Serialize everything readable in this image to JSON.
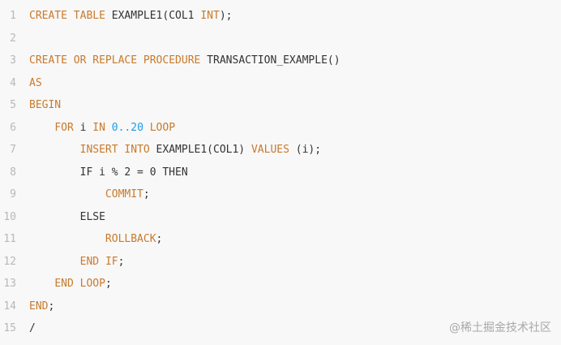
{
  "colors": {
    "background": "#f8f8f8",
    "keyword": "#c97a2b",
    "number": "#1e9be6",
    "plain": "#333333",
    "line_number": "#b8b8b8",
    "watermark": "#a8a8a8"
  },
  "lines": [
    {
      "number": "1",
      "tokens": [
        {
          "text": "CREATE",
          "type": "keyword"
        },
        {
          "text": " ",
          "type": "plain"
        },
        {
          "text": "TABLE",
          "type": "keyword"
        },
        {
          "text": " EXAMPLE1(COL1 ",
          "type": "plain"
        },
        {
          "text": "INT",
          "type": "keyword"
        },
        {
          "text": ");",
          "type": "plain"
        }
      ]
    },
    {
      "number": "2",
      "tokens": []
    },
    {
      "number": "3",
      "tokens": [
        {
          "text": "CREATE",
          "type": "keyword"
        },
        {
          "text": " ",
          "type": "plain"
        },
        {
          "text": "OR",
          "type": "keyword"
        },
        {
          "text": " ",
          "type": "plain"
        },
        {
          "text": "REPLACE",
          "type": "keyword"
        },
        {
          "text": " ",
          "type": "plain"
        },
        {
          "text": "PROCEDURE",
          "type": "keyword"
        },
        {
          "text": " TRANSACTION_EXAMPLE()",
          "type": "plain"
        }
      ]
    },
    {
      "number": "4",
      "tokens": [
        {
          "text": "AS",
          "type": "keyword"
        }
      ]
    },
    {
      "number": "5",
      "tokens": [
        {
          "text": "BEGIN",
          "type": "keyword"
        }
      ]
    },
    {
      "number": "6",
      "tokens": [
        {
          "text": "    ",
          "type": "plain"
        },
        {
          "text": "FOR",
          "type": "keyword"
        },
        {
          "text": " i ",
          "type": "plain"
        },
        {
          "text": "IN",
          "type": "keyword"
        },
        {
          "text": " ",
          "type": "plain"
        },
        {
          "text": "0..20",
          "type": "number"
        },
        {
          "text": " ",
          "type": "plain"
        },
        {
          "text": "LOOP",
          "type": "keyword"
        }
      ]
    },
    {
      "number": "7",
      "tokens": [
        {
          "text": "        ",
          "type": "plain"
        },
        {
          "text": "INSERT",
          "type": "keyword"
        },
        {
          "text": " ",
          "type": "plain"
        },
        {
          "text": "INTO",
          "type": "keyword"
        },
        {
          "text": " EXAMPLE1(COL1) ",
          "type": "plain"
        },
        {
          "text": "VALUES",
          "type": "keyword"
        },
        {
          "text": " (i);",
          "type": "plain"
        }
      ]
    },
    {
      "number": "8",
      "tokens": [
        {
          "text": "        IF i % 2 = 0 THEN",
          "type": "plain"
        }
      ]
    },
    {
      "number": "9",
      "tokens": [
        {
          "text": "            ",
          "type": "plain"
        },
        {
          "text": "COMMIT",
          "type": "keyword"
        },
        {
          "text": ";",
          "type": "plain"
        }
      ]
    },
    {
      "number": "10",
      "tokens": [
        {
          "text": "        ELSE",
          "type": "plain"
        }
      ]
    },
    {
      "number": "11",
      "tokens": [
        {
          "text": "            ",
          "type": "plain"
        },
        {
          "text": "ROLLBACK",
          "type": "keyword"
        },
        {
          "text": ";",
          "type": "plain"
        }
      ]
    },
    {
      "number": "12",
      "tokens": [
        {
          "text": "        ",
          "type": "plain"
        },
        {
          "text": "END",
          "type": "keyword"
        },
        {
          "text": " ",
          "type": "plain"
        },
        {
          "text": "IF",
          "type": "keyword"
        },
        {
          "text": ";",
          "type": "plain"
        }
      ]
    },
    {
      "number": "13",
      "tokens": [
        {
          "text": "    ",
          "type": "plain"
        },
        {
          "text": "END",
          "type": "keyword"
        },
        {
          "text": " ",
          "type": "plain"
        },
        {
          "text": "LOOP",
          "type": "keyword"
        },
        {
          "text": ";",
          "type": "plain"
        }
      ]
    },
    {
      "number": "14",
      "tokens": [
        {
          "text": "END",
          "type": "keyword"
        },
        {
          "text": ";",
          "type": "plain"
        }
      ]
    },
    {
      "number": "15",
      "tokens": [
        {
          "text": "/",
          "type": "plain"
        }
      ]
    }
  ],
  "watermark": "@稀土掘金技术社区"
}
